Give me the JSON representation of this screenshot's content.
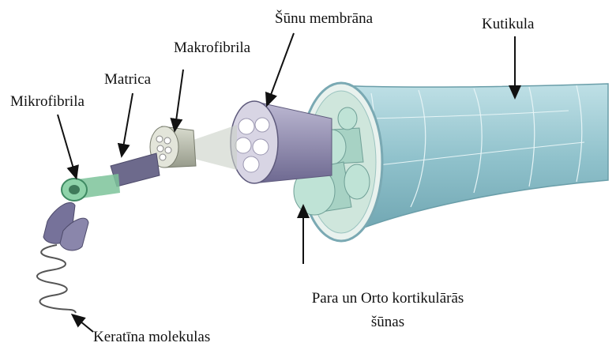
{
  "labels": {
    "mikrofibrila": "Mikrofibrila",
    "matrica": "Matrica",
    "makrofibrila": "Makrofibrila",
    "sunu_membrana": "Šūnu membrāna",
    "kutikula": "Kutikula",
    "para_orto_line1": "Para un Orto kortikulārās",
    "para_orto_line2": "šūnas",
    "keratina": "Keratīna molekulas"
  },
  "colors": {
    "cuticle": "#8dbfc9",
    "cuticle_dark": "#5f9aa8",
    "cortex_cell": "#a9d4c6",
    "membrane": "#8b86a6",
    "macrofibril": "#b9bcae",
    "matrix": "#6d6a8c",
    "microfibril": "#7cc39a",
    "keratin": "#6e6a90"
  }
}
